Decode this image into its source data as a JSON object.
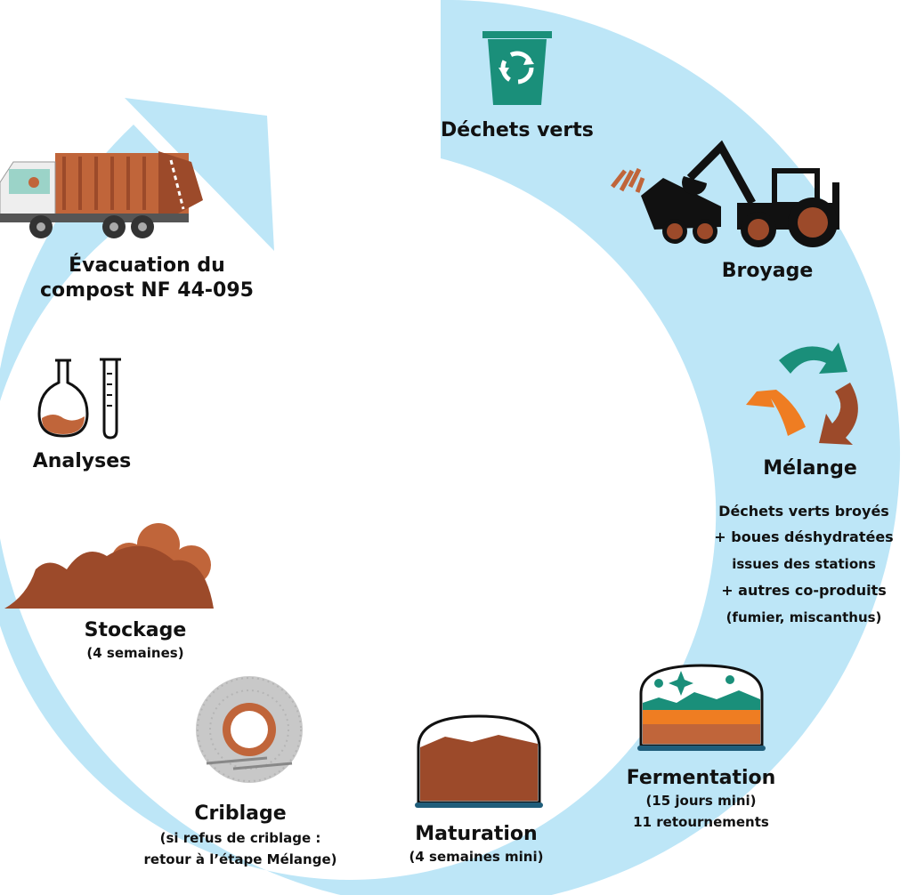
{
  "colors": {
    "ring": "#bde6f7",
    "brown": "#9c4a2a",
    "rust": "#c0653a",
    "teal": "#1a8f7a",
    "orange": "#ef7d22",
    "ink": "#111111",
    "steel": "#1f5d7a"
  },
  "steps": {
    "dechets": {
      "title": "Déchets verts",
      "icon": "recycle-bin-icon"
    },
    "broyage": {
      "title": "Broyage",
      "icon": "shredder-tractor-icon"
    },
    "melange": {
      "title": "Mélange",
      "icon": "recycle-arrows-icon",
      "line1": "Déchets verts broyés",
      "line2": "+ boues déshydratées",
      "line3": "issues des stations",
      "line4": "+ autres co-produits",
      "line5": "(fumier, miscanthus)"
    },
    "fermentation": {
      "title": "Fermentation",
      "icon": "fermentation-tank-icon",
      "line1": "(15 jours mini)",
      "line2": "11 retournements"
    },
    "maturation": {
      "title": "Maturation",
      "icon": "maturation-tank-icon",
      "line1": "(4 semaines mini)"
    },
    "criblage": {
      "title": "Criblage",
      "icon": "screen-drum-icon",
      "line1": "(si refus de criblage :",
      "line2": "retour à l’étape Mélange)"
    },
    "stockage": {
      "title": "Stockage",
      "icon": "compost-pile-icon",
      "line1": "(4 semaines)"
    },
    "analyses": {
      "title": "Analyses",
      "icon": "lab-flask-icon"
    },
    "evacuation": {
      "title_line1": "Évacuation du",
      "title_line2": "compost NF 44-095",
      "icon": "garbage-truck-icon"
    }
  }
}
